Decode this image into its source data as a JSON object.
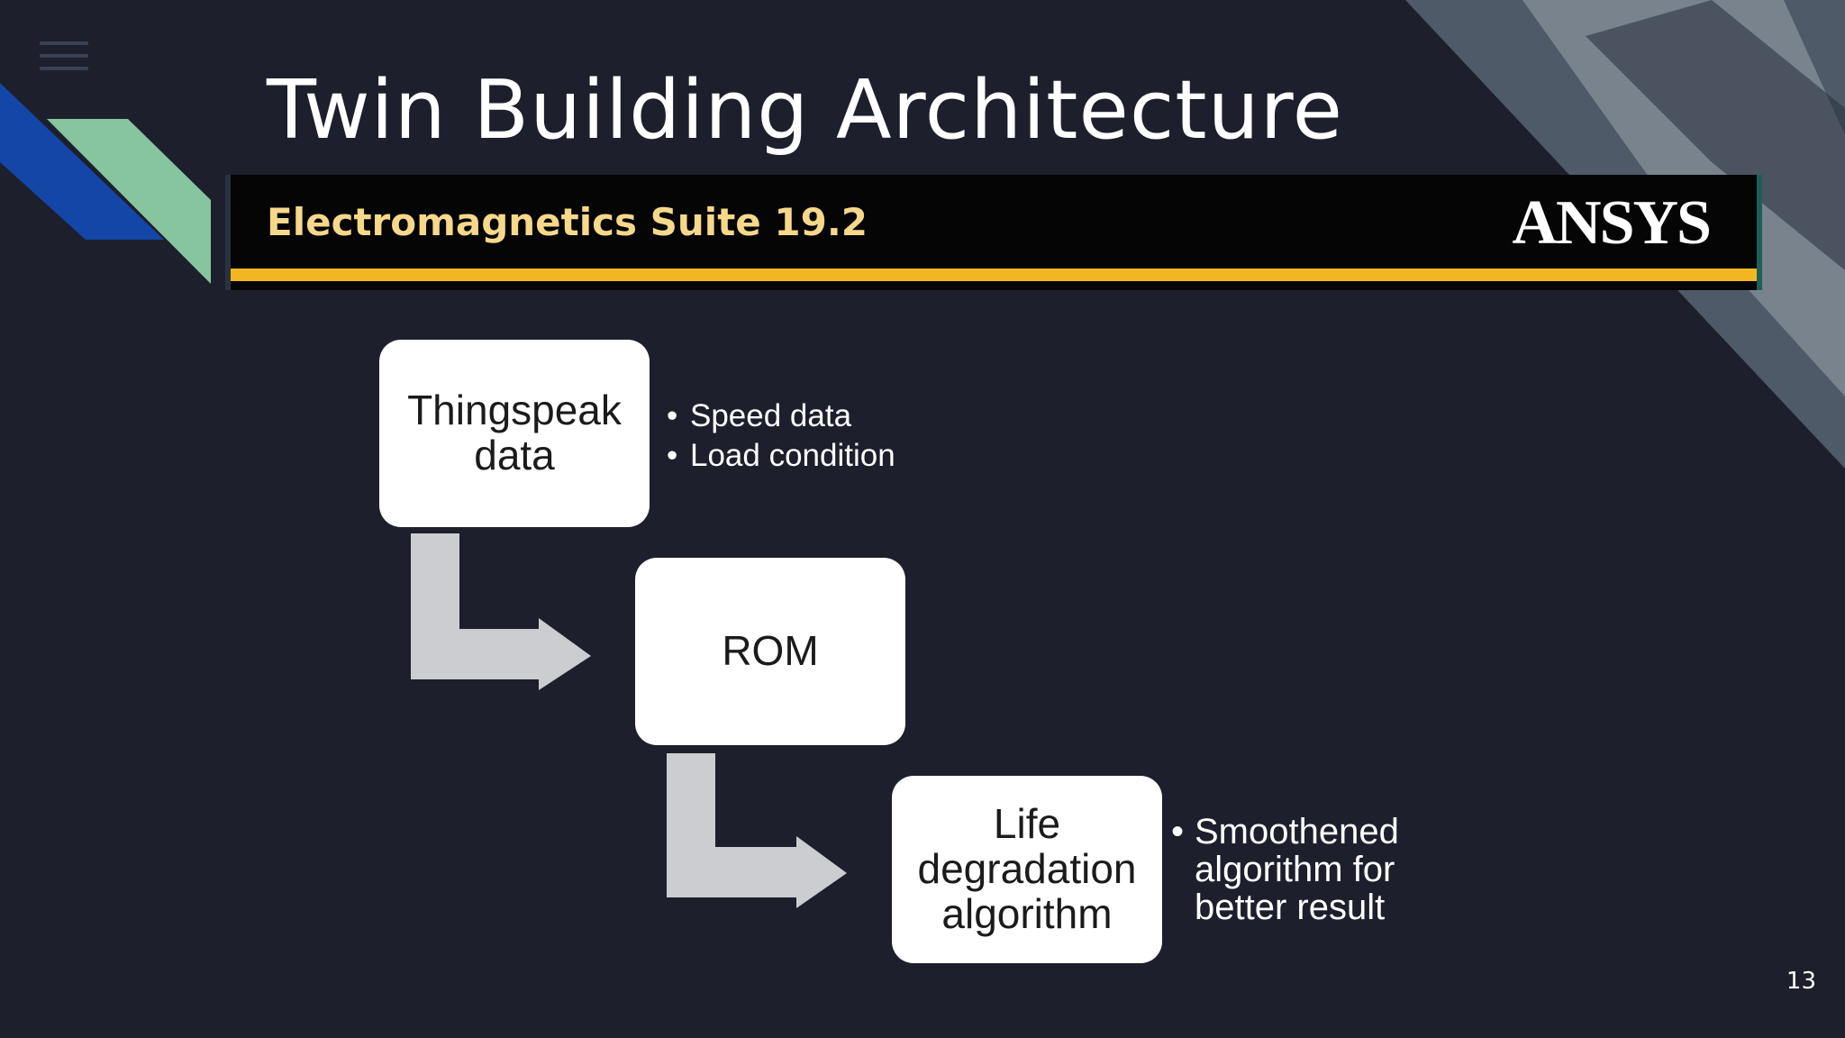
{
  "slide": {
    "title": "Twin Building Architecture",
    "page_number": "13"
  },
  "banner": {
    "product_name": "Electromagnetics Suite 19.2",
    "logo_text": "ANSYS"
  },
  "flow": {
    "boxes": [
      {
        "label": "Thingspeak data"
      },
      {
        "label": "ROM"
      },
      {
        "label": "Life degradation algorithm"
      }
    ],
    "box_1_notes": [
      "Speed data",
      "Load condition"
    ],
    "box_3_notes": [
      "Smoothened algorithm for better result"
    ]
  },
  "colors": {
    "background": "#1d1f2c",
    "accent_blue": "#1446a8",
    "accent_green": "#86c5a0",
    "banner_stripe": "#f2b623",
    "arrow_gray": "#cccdd0"
  },
  "icons": {
    "menu": "hamburger-menu-icon"
  }
}
